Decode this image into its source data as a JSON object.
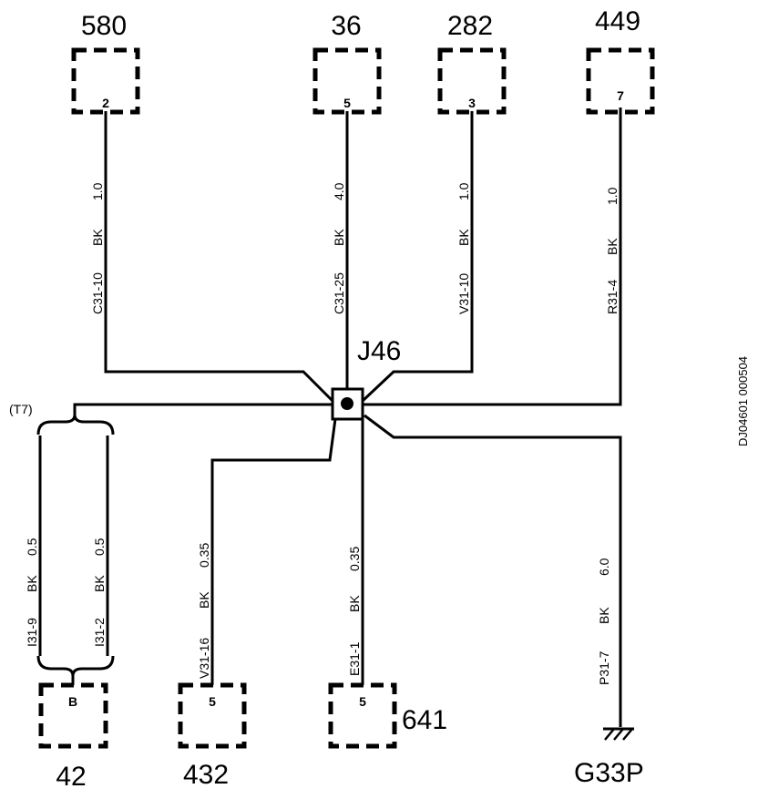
{
  "connectors": {
    "c580": {
      "id": "580",
      "pin": "2"
    },
    "c36": {
      "id": "36",
      "pin": "5"
    },
    "c282": {
      "id": "282",
      "pin": "3"
    },
    "c449": {
      "id": "449",
      "pin": "7"
    },
    "c42": {
      "id": "42",
      "pin": "B"
    },
    "c432": {
      "id": "432",
      "pin": "5"
    },
    "c641": {
      "id": "641",
      "pin": "5"
    }
  },
  "splice": {
    "label": "J46"
  },
  "ground": {
    "label": "G33P"
  },
  "harness_tag": "(T7)",
  "wires": {
    "w1": {
      "circuit": "C31-10",
      "color": "BK",
      "gauge": "1.0"
    },
    "w2": {
      "circuit": "C31-25",
      "color": "BK",
      "gauge": "4.0"
    },
    "w3": {
      "circuit": "V31-10",
      "color": "BK",
      "gauge": "1.0"
    },
    "w4": {
      "circuit": "R31-4",
      "color": "BK",
      "gauge": "1.0"
    },
    "w5": {
      "circuit": "I31-9",
      "color": "BK",
      "gauge": "0.5"
    },
    "w6": {
      "circuit": "I31-2",
      "color": "BK",
      "gauge": "0.5"
    },
    "w7": {
      "circuit": "V31-16",
      "color": "BK",
      "gauge": "0.35"
    },
    "w8": {
      "circuit": "E31-1",
      "color": "BK",
      "gauge": "0.35"
    },
    "w9": {
      "circuit": "P31-7",
      "color": "BK",
      "gauge": "6.0"
    }
  },
  "doc_id": "DJ04601 000504"
}
